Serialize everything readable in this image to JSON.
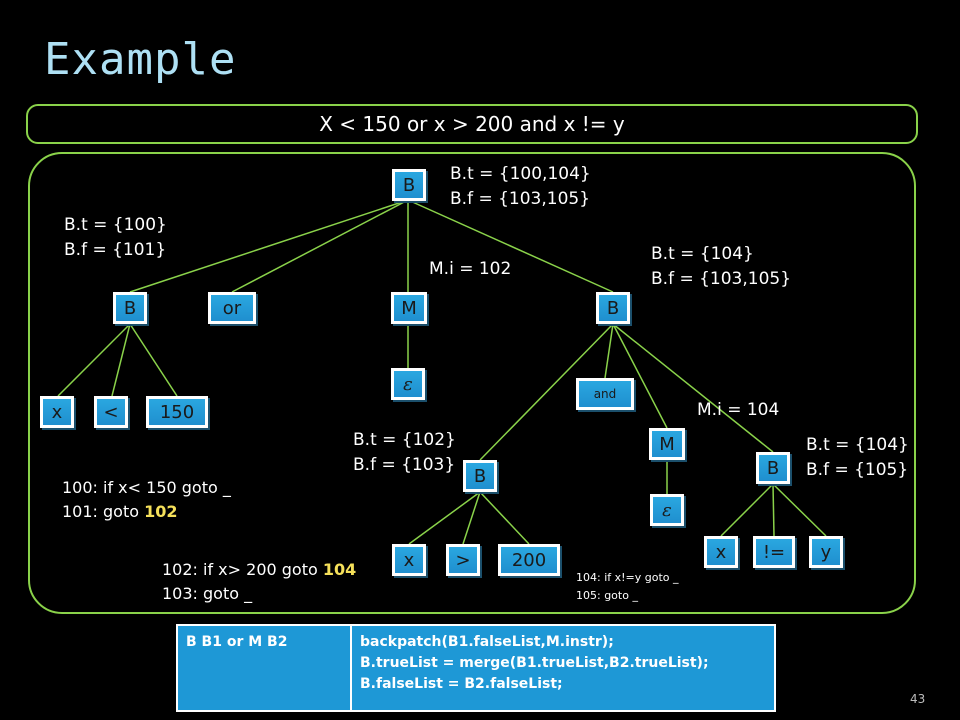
{
  "slide": {
    "title": "Example",
    "expression": "X < 150 or x > 200 and x != y",
    "page_number": "43"
  },
  "nodes": {
    "root": "B",
    "b_left": "B",
    "or": "or",
    "m_top": "M",
    "b_right": "B",
    "eps_top": "ε",
    "x1": "x",
    "lt": "<",
    "n150": "150",
    "and": "and",
    "m_bottom": "M",
    "eps_bottom": "ε",
    "b_mid": "B",
    "b_rr": "B",
    "x2": "x",
    "gt": ">",
    "n200": "200",
    "x3": "x",
    "neq": "!=",
    "y": "y"
  },
  "labels": {
    "root_t": "B.t = {100,104}",
    "root_f": "B.f = {103,105}",
    "left_t": "B.t = {100}",
    "left_f": "B.f = {101}",
    "m_top": "M.i = 102",
    "right_t": "B.t = {104}",
    "right_f": "B.f = {103,105}",
    "m_bottom": "M.i = 104",
    "mid_t": "B.t = {102}",
    "mid_f": "B.f = {103}",
    "rr_t": "B.t = {104}",
    "rr_f": "B.f = {105}"
  },
  "code": {
    "line100": "100: if x< 150 goto _",
    "line101_prefix": "101: goto ",
    "line101_target": "102",
    "line102_prefix": "102: if x> 200 goto ",
    "line102_target": "104",
    "line103": "103: goto _",
    "line104": "104: if x!=y goto _",
    "line105": "105: goto _"
  },
  "rule_table": {
    "production": "B  B1 or M B2",
    "action_lines": [
      "backpatch(B1.falseList,M.instr);",
      "B.trueList = merge(B1.trueList,B2.trueList);",
      "B.falseList = B2.falseList;"
    ]
  },
  "colors": {
    "node_fill": "#1f8fcf",
    "edge": "#8ad24a",
    "frame": "#8ad24a",
    "title": "#aee0f4",
    "highlight": "#f5e05a",
    "table_fill": "#1e98d6"
  }
}
